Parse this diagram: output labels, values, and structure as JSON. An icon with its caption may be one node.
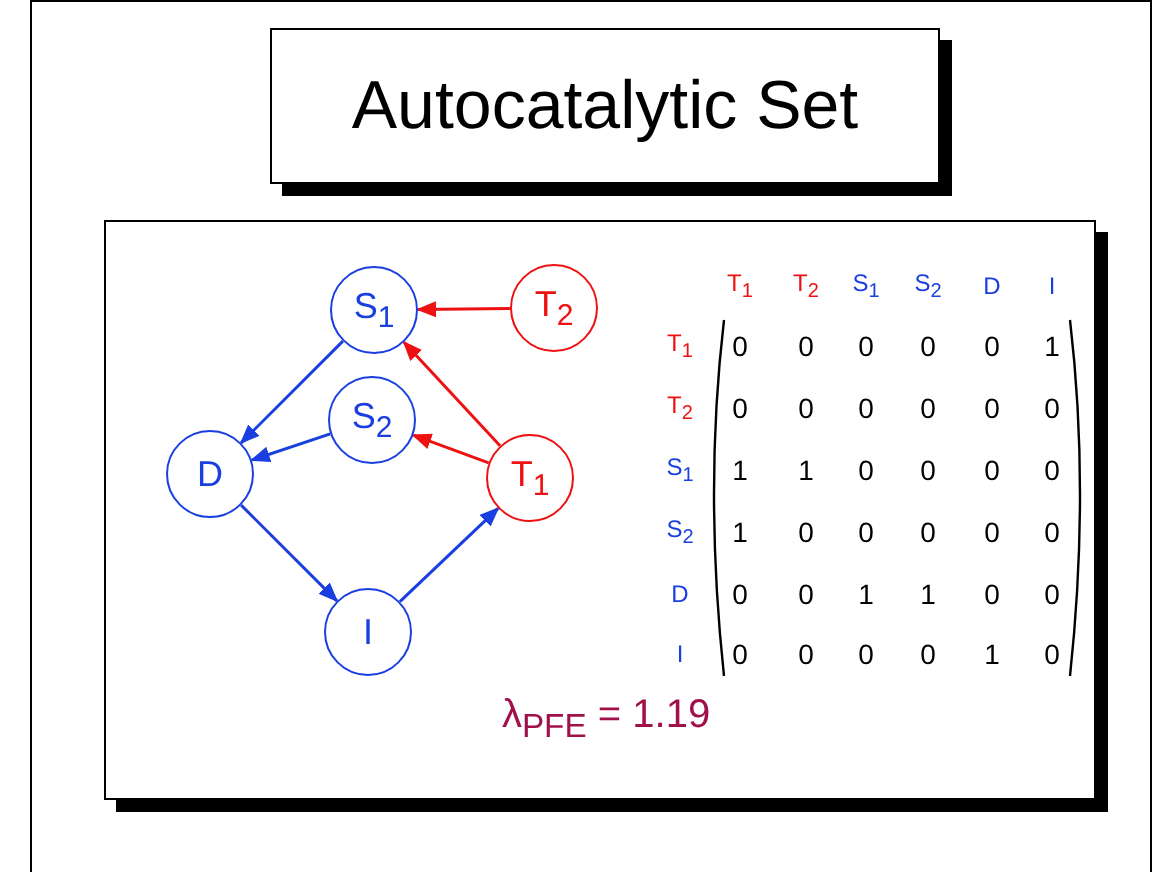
{
  "diagram": {
    "title": "Autocatalytic Set",
    "nodes": [
      {
        "text": [
          "S$_{1}$"
        ]
      },
      {
        "text": [
          "T$_{2}$"
        ]
      },
      {
        "text": [
          "S$_{2}$"
        ]
      },
      {
        "text": [
          "D"
        ]
      },
      {
        "text": [
          "T$_{1}$"
        ]
      },
      {
        "text": [
          "I"
        ]
      }
    ],
    "edges": [
      {
        "from": 1,
        "to": 0,
        "arrow": "to",
        "color": "#ee1111"
      },
      {
        "from": 4,
        "to": 0,
        "arrow": "to",
        "color": "#ee1111"
      },
      {
        "from": 4,
        "to": 2,
        "arrow": "to",
        "color": "#ee1111"
      },
      {
        "from": 0,
        "to": 3,
        "arrow": "to"
      },
      {
        "from": 2,
        "to": 3,
        "arrow": "to"
      },
      {
        "from": 3,
        "to": 5,
        "arrow": "to"
      },
      {
        "from": 5,
        "to": 4,
        "arrow": "to"
      }
    ],
    "labels": [
      "T$_{1}$",
      "T$_{2}$",
      "S$_{1}$",
      "S$_{2}$",
      "D",
      "I",
      "T$_{1}$",
      "0",
      "0",
      "0",
      "0",
      "0",
      "1",
      "T$_{2}$",
      "0",
      "0",
      "0",
      "0",
      "0",
      "0",
      "S$_{1}$",
      "1",
      "1",
      "0",
      "0",
      "0",
      "0",
      "S$_{2}$",
      "1",
      "0",
      "0",
      "0",
      "0",
      "0",
      "D",
      "0",
      "0",
      "1",
      "1",
      "0",
      "0",
      "I",
      "0",
      "0",
      "0",
      "0",
      "1",
      "0",
      "λ$_{PFE}$ = 1.19"
    ]
  }
}
